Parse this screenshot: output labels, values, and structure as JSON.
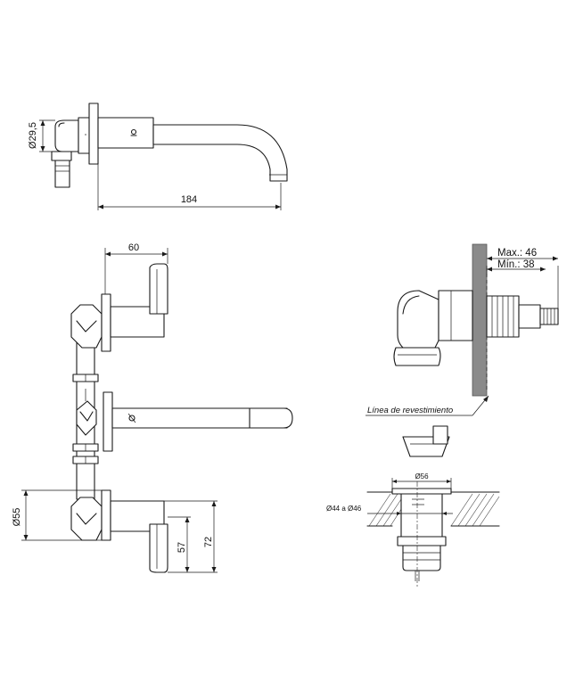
{
  "dimensions": {
    "diameter_inlet": "Ø29,5",
    "spout_length": "184",
    "handle_projection": "60",
    "plate_diameter": "Ø55",
    "handle_height_short": "57",
    "handle_height_total": "72"
  },
  "installation": {
    "max_label": "Max.: 46",
    "min_label": "Mín.: 38",
    "finish_line_label": "Línea de revestimiento"
  },
  "cutout": {
    "top_diameter": "Ø56",
    "hole_diameter": "Ø44 a Ø46"
  }
}
